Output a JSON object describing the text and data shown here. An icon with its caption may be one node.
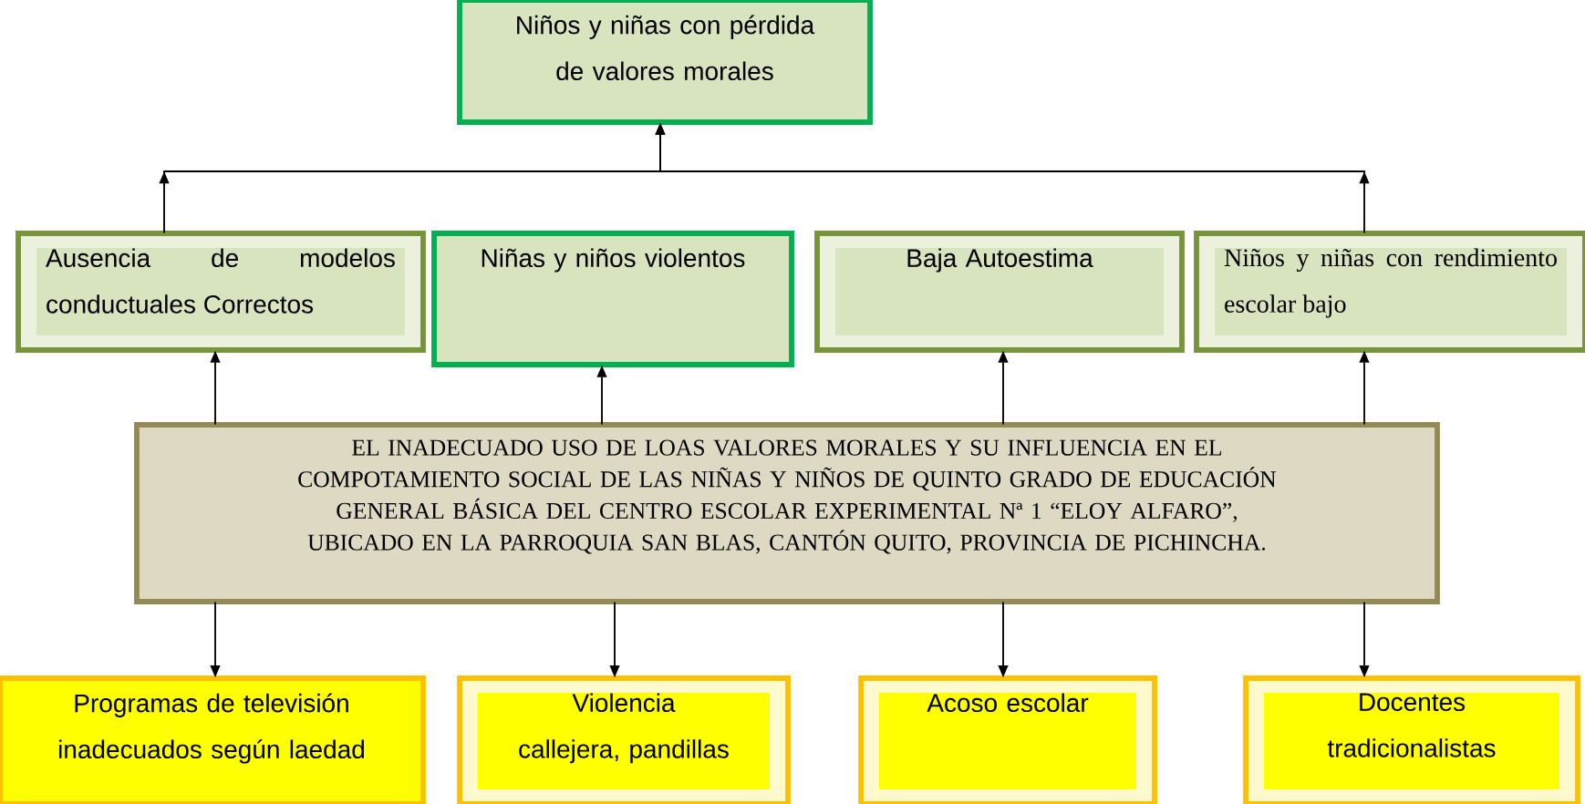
{
  "diagram": {
    "nodes": [
      {
        "text": [
          "Niños y niñas con pérdida de valores morales"
        ]
      },
      {
        "text": [
          "Ausencia de modelos conductuales Correctos"
        ]
      },
      {
        "text": [
          "Niñas y niños violentos"
        ]
      },
      {
        "text": [
          "Baja Autoestima"
        ]
      },
      {
        "text": [
          "Niños y niñas con rendimiento escolar bajo"
        ]
      },
      {
        "text": [
          "EL INADECUADO USO DE LOAS VALORES MORALES Y SU INFLUENCIA EN EL COMPOTAMIENTO SOCIAL DE LAS NIÑAS Y NIÑOS DE QUINTO GRADO DE EDUCACIÓN GENERAL BÁSICA DEL CENTRO ESCOLAR EXPERIMENTAL Nª 1 “ELOY ALFARO”, UBICADO EN LA PARROQUIA SAN BLAS, CANTÓN QUITO, PROVINCIA DE PICHINCHA."
        ]
      },
      {
        "text": [
          "Programas de televisión inadecuados según laedad"
        ]
      },
      {
        "text": [
          "Violencia callejera, pandillas"
        ]
      },
      {
        "text": [
          "Acoso escolar"
        ]
      },
      {
        "text": [
          "Docentes tradicionalistas"
        ]
      }
    ],
    "edges": [
      {
        "from": 1,
        "to": 0,
        "arrow": "to"
      },
      {
        "from": 4,
        "to": 0,
        "arrow": "to"
      },
      {
        "from": 5,
        "to": 1,
        "arrow": "to"
      },
      {
        "from": 5,
        "to": 2,
        "arrow": "to"
      },
      {
        "from": 5,
        "to": 3,
        "arrow": "to"
      },
      {
        "from": 5,
        "to": 4,
        "arrow": "to"
      },
      {
        "from": 5,
        "to": 6,
        "arrow": "to"
      },
      {
        "from": 5,
        "to": 7,
        "arrow": "to"
      },
      {
        "from": 5,
        "to": 8,
        "arrow": "to"
      },
      {
        "from": 5,
        "to": 9,
        "arrow": "to"
      }
    ]
  }
}
